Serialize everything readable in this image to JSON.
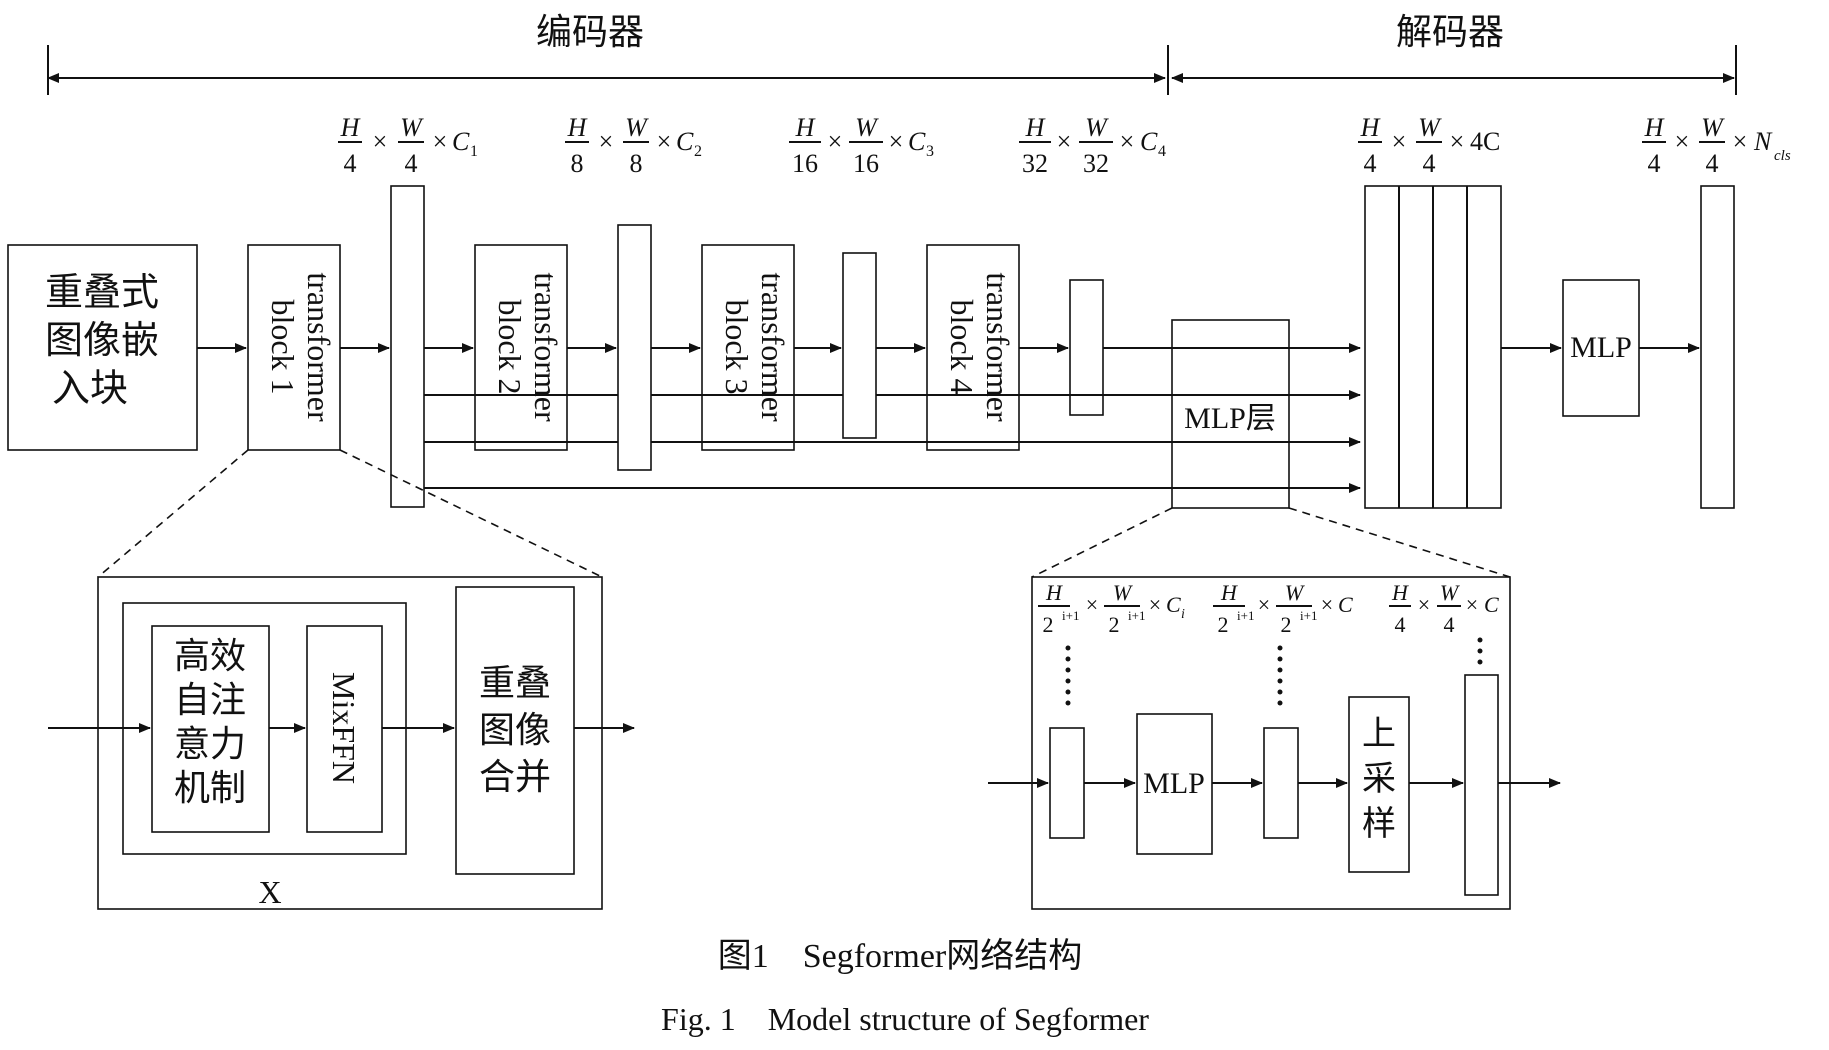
{
  "header": {
    "encoder_label": "编码器",
    "decoder_label": "解码器"
  },
  "encoder": {
    "overlap_patch_embed": [
      "重叠式",
      "图像嵌",
      "入块"
    ],
    "blocks": [
      {
        "line1": "transformer",
        "line2": "block 1"
      },
      {
        "line1": "transformer",
        "line2": "block 2"
      },
      {
        "line1": "transformer",
        "line2": "block 3"
      },
      {
        "line1": "transformer",
        "line2": "block 4"
      }
    ],
    "stage_dims": [
      {
        "h": "H",
        "hd": "4",
        "w": "W",
        "wd": "4",
        "c": "C",
        "cs": "1"
      },
      {
        "h": "H",
        "hd": "8",
        "w": "W",
        "wd": "8",
        "c": "C",
        "cs": "2"
      },
      {
        "h": "H",
        "hd": "16",
        "w": "W",
        "wd": "16",
        "c": "C",
        "cs": "3"
      },
      {
        "h": "H",
        "hd": "32",
        "w": "W",
        "wd": "32",
        "c": "C",
        "cs": "4"
      }
    ]
  },
  "decoder": {
    "mlp_layer_label": "MLP层",
    "concat_dims": {
      "h": "H",
      "hd": "4",
      "w": "W",
      "wd": "4",
      "c": "4C"
    },
    "mlp_label": "MLP",
    "output_dims": {
      "h": "H",
      "hd": "4",
      "w": "W",
      "wd": "4",
      "c": "N",
      "cs": "cls"
    }
  },
  "block_detail": {
    "attention": [
      "高效",
      "自注",
      "意力",
      "机制"
    ],
    "mixffn": "MixFFN",
    "merge": [
      "重叠",
      "图像",
      "合并"
    ],
    "repeat_label": "X"
  },
  "mlp_detail": {
    "dims": [
      {
        "h": "H",
        "hd": "2",
        "hexp": "i+1",
        "w": "W",
        "wd": "2",
        "wexp": "i+1",
        "c": "C",
        "cs": "i"
      },
      {
        "h": "H",
        "hd": "2",
        "hexp": "i+1",
        "w": "W",
        "wd": "2",
        "wexp": "i+1",
        "c": "C",
        "cs": ""
      },
      {
        "h": "H",
        "hd": "4",
        "hexp": "",
        "w": "W",
        "wd": "4",
        "wexp": "",
        "c": "C",
        "cs": ""
      }
    ],
    "mlp_label": "MLP",
    "upsample": [
      "上",
      "采",
      "样"
    ]
  },
  "caption": {
    "zh": "图1　Segformer网络结构",
    "en": "Fig. 1　Model structure of Segformer"
  }
}
